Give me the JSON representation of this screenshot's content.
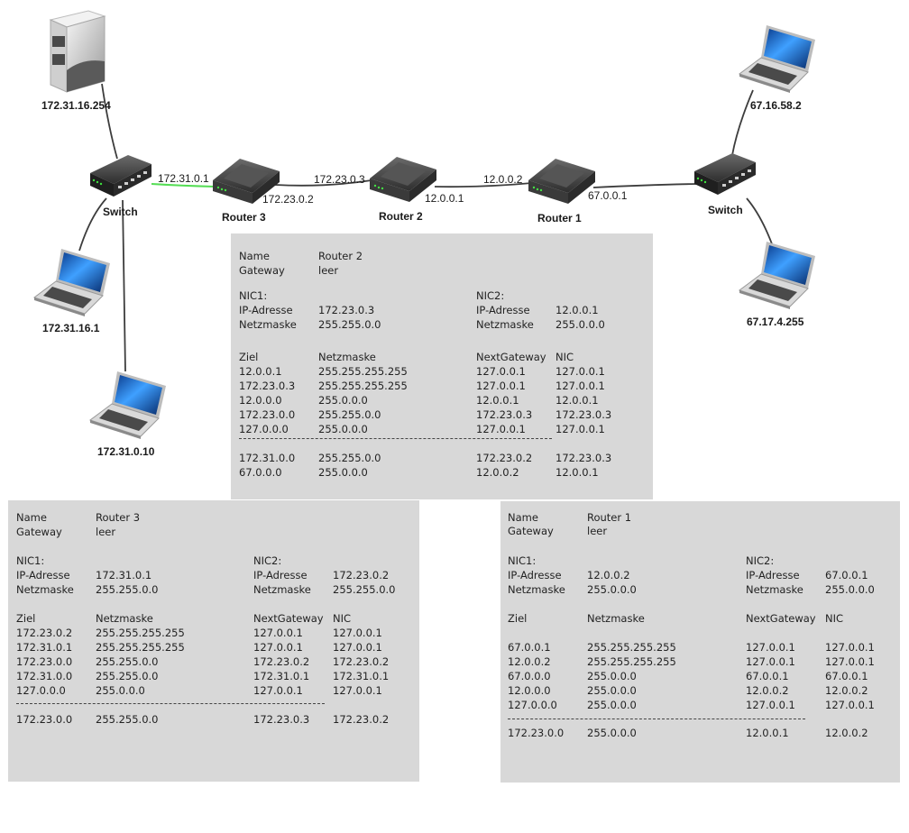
{
  "devices": {
    "server": {
      "label": "172.31.16.254"
    },
    "switch_left": {
      "label": "Switch"
    },
    "switch_right": {
      "label": "Switch"
    },
    "router3": {
      "label": "Router 3"
    },
    "router2": {
      "label": "Router 2"
    },
    "router1": {
      "label": "Router 1"
    },
    "laptop_left_1": {
      "label": "172.31.16.1"
    },
    "laptop_left_2": {
      "label": "172.31.0.10"
    },
    "laptop_right_1": {
      "label": "67.16.58.2"
    },
    "laptop_right_2": {
      "label": "67.17.4.255"
    }
  },
  "links": {
    "r3_left_ip": "172.31.0.1",
    "r3_right_ip": "172.23.0.2",
    "r2_left_ip": "172.23.0.3",
    "r2_right_ip": "12.0.0.1",
    "r1_left_ip": "12.0.0.2",
    "r1_right_ip": "67.0.0.1"
  },
  "tables": {
    "router2": {
      "name_label": "Name",
      "name_value": "Router 2",
      "gateway_label": "Gateway",
      "gateway_value": "leer",
      "nic1": {
        "title": "NIC1:",
        "ip_label": "IP-Adresse",
        "ip": "172.23.0.3",
        "mask_label": "Netzmaske",
        "mask": "255.255.0.0"
      },
      "nic2": {
        "title": "NIC2:",
        "ip_label": "IP-Adresse",
        "ip": "12.0.0.1",
        "mask_label": "Netzmaske",
        "mask": "255.0.0.0"
      },
      "headers": [
        "Ziel",
        "Netzmaske",
        "NextGateway",
        "NIC"
      ],
      "rows": [
        [
          "12.0.0.1",
          "255.255.255.255",
          "127.0.0.1",
          "127.0.0.1"
        ],
        [
          "172.23.0.3",
          "255.255.255.255",
          "127.0.0.1",
          "127.0.0.1"
        ],
        [
          "12.0.0.0",
          "255.0.0.0",
          "12.0.0.1",
          "12.0.0.1"
        ],
        [
          "172.23.0.0",
          "255.255.0.0",
          "172.23.0.3",
          "172.23.0.3"
        ],
        [
          "127.0.0.0",
          "255.0.0.0",
          "127.0.0.1",
          "127.0.0.1"
        ]
      ],
      "extra_rows": [
        [
          "172.31.0.0",
          "255.255.0.0",
          "172.23.0.2",
          "172.23.0.3"
        ],
        [
          "67.0.0.0",
          "255.0.0.0",
          "12.0.0.2",
          "12.0.0.1"
        ]
      ]
    },
    "router3": {
      "name_label": "Name",
      "name_value": "Router 3",
      "gateway_label": "Gateway",
      "gateway_value": "leer",
      "nic1": {
        "title": "NIC1:",
        "ip_label": "IP-Adresse",
        "ip": "172.31.0.1",
        "mask_label": "Netzmaske",
        "mask": "255.255.0.0"
      },
      "nic2": {
        "title": "NIC2:",
        "ip_label": "IP-Adresse",
        "ip": "172.23.0.2",
        "mask_label": "Netzmaske",
        "mask": "255.255.0.0"
      },
      "headers": [
        "Ziel",
        "Netzmaske",
        "NextGateway",
        "NIC"
      ],
      "rows": [
        [
          "172.23.0.2",
          "255.255.255.255",
          "127.0.0.1",
          "127.0.0.1"
        ],
        [
          "172.31.0.1",
          "255.255.255.255",
          "127.0.0.1",
          "127.0.0.1"
        ],
        [
          "172.23.0.0",
          "255.255.0.0",
          "172.23.0.2",
          "172.23.0.2"
        ],
        [
          "172.31.0.0",
          "255.255.0.0",
          "172.31.0.1",
          "172.31.0.1"
        ],
        [
          "127.0.0.0",
          "255.0.0.0",
          "127.0.0.1",
          "127.0.0.1"
        ]
      ],
      "extra_rows": [
        [
          "172.23.0.0",
          "255.255.0.0",
          "172.23.0.3",
          "172.23.0.2"
        ]
      ]
    },
    "router1": {
      "name_label": "Name",
      "name_value": "Router 1",
      "gateway_label": "Gateway",
      "gateway_value": "leer",
      "nic1": {
        "title": "NIC1:",
        "ip_label": "IP-Adresse",
        "ip": "12.0.0.2",
        "mask_label": "Netzmaske",
        "mask": "255.0.0.0"
      },
      "nic2": {
        "title": "NIC2:",
        "ip_label": "IP-Adresse",
        "ip": "67.0.0.1",
        "mask_label": "Netzmaske",
        "mask": "255.0.0.0"
      },
      "headers": [
        "Ziel",
        "Netzmaske",
        "NextGateway",
        "NIC"
      ],
      "rows": [
        [
          "67.0.0.1",
          "255.255.255.255",
          "127.0.0.1",
          "127.0.0.1"
        ],
        [
          "12.0.0.2",
          "255.255.255.255",
          "127.0.0.1",
          "127.0.0.1"
        ],
        [
          "67.0.0.0",
          "255.0.0.0",
          "67.0.0.1",
          "67.0.0.1"
        ],
        [
          "12.0.0.0",
          "255.0.0.0",
          "12.0.0.2",
          "12.0.0.2"
        ],
        [
          "127.0.0.0",
          "255.0.0.0",
          "127.0.0.1",
          "127.0.0.1"
        ]
      ],
      "extra_rows": [
        [
          "172.23.0.0",
          "255.0.0.0",
          "12.0.0.1",
          "12.0.0.2"
        ]
      ]
    }
  },
  "colors": {
    "cable": "#3d3d3d",
    "active_link": "#55dd55",
    "panel_bg": "#d8d8d8"
  }
}
